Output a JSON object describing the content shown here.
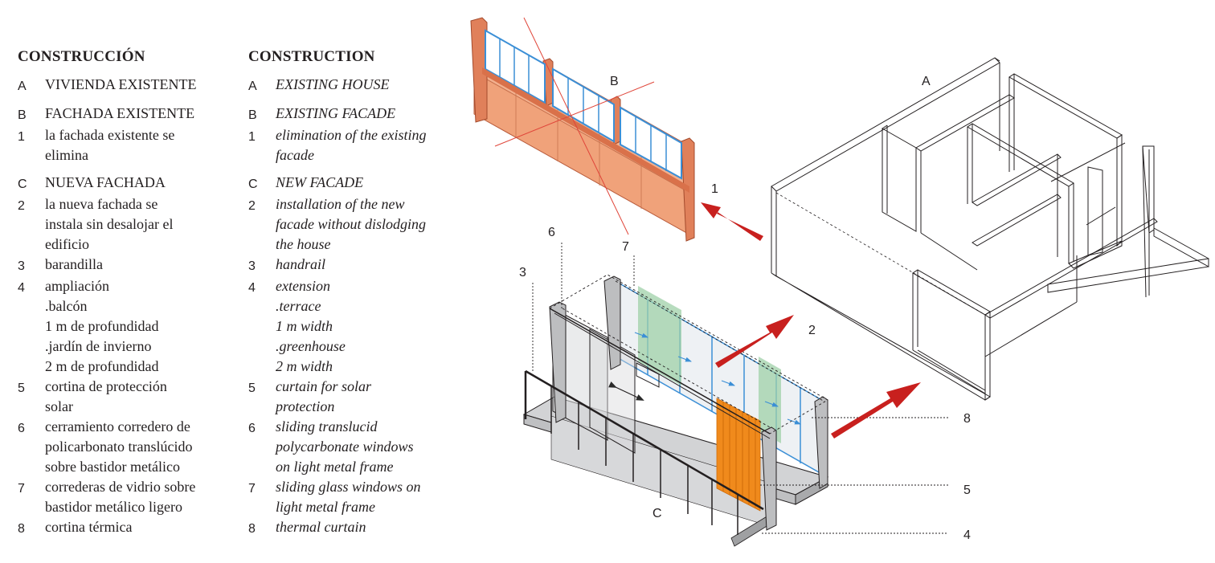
{
  "legend_es": {
    "heading": "CONSTRUCCIÓN",
    "items": [
      {
        "key": "A",
        "lines": [
          "VIVIENDA EXISTENTE"
        ],
        "gap": false
      },
      {
        "key": "B",
        "lines": [
          "FACHADA EXISTENTE"
        ],
        "gap": true
      },
      {
        "key": "1",
        "lines": [
          "la fachada existente se",
          "elimina"
        ],
        "gap": false
      },
      {
        "key": "C",
        "lines": [
          "NUEVA FACHADA"
        ],
        "gap": true
      },
      {
        "key": "2",
        "lines": [
          "la nueva fachada se",
          "instala sin desalojar el",
          "edificio"
        ],
        "gap": false
      },
      {
        "key": "3",
        "lines": [
          "barandilla"
        ],
        "gap": false
      },
      {
        "key": "4",
        "lines": [
          "ampliación",
          ".balcón",
          "1 m de profundidad",
          ".jardín de invierno",
          "2 m de profundidad"
        ],
        "gap": false
      },
      {
        "key": "5",
        "lines": [
          "cortina de protección",
          "solar"
        ],
        "gap": false
      },
      {
        "key": "6",
        "lines": [
          "cerramiento corredero de",
          "policarbonato translúcido",
          "sobre bastidor metálico"
        ],
        "gap": false
      },
      {
        "key": "7",
        "lines": [
          "correderas de vidrio sobre",
          "bastidor metálico ligero"
        ],
        "gap": false
      },
      {
        "key": "8",
        "lines": [
          "cortina térmica"
        ],
        "gap": false
      }
    ]
  },
  "legend_en": {
    "heading": "CONSTRUCTION",
    "items": [
      {
        "key": "A",
        "lines": [
          "EXISTING HOUSE"
        ],
        "gap": false
      },
      {
        "key": "B",
        "lines": [
          "EXISTING FACADE"
        ],
        "gap": true
      },
      {
        "key": "1",
        "lines": [
          "elimination of the existing",
          "facade"
        ],
        "gap": false
      },
      {
        "key": "C",
        "lines": [
          "NEW FACADE"
        ],
        "gap": true
      },
      {
        "key": "2",
        "lines": [
          "installation of the new",
          "facade without dislodging",
          "the house"
        ],
        "gap": false
      },
      {
        "key": "3",
        "lines": [
          "handrail"
        ],
        "gap": false
      },
      {
        "key": "4",
        "lines": [
          "extension",
          ".terrace",
          "1 m width",
          ".greenhouse",
          "2 m width"
        ],
        "gap": false
      },
      {
        "key": "5",
        "lines": [
          "curtain for solar",
          "protection"
        ],
        "gap": false
      },
      {
        "key": "6",
        "lines": [
          "sliding translucid",
          "polycarbonate windows",
          "on light metal frame"
        ],
        "gap": false
      },
      {
        "key": "7",
        "lines": [
          "sliding glass windows on",
          "light metal frame"
        ],
        "gap": false
      },
      {
        "key": "8",
        "lines": [
          "thermal curtain"
        ],
        "gap": false
      }
    ]
  },
  "diagram_labels": {
    "a": "A",
    "b": "B",
    "c": "C",
    "n1": "1",
    "n2": "2",
    "n3": "3",
    "n4": "4",
    "n5": "5",
    "n6": "6",
    "n7": "7",
    "n8": "8"
  },
  "colors": {
    "brick": "#f0a27a",
    "brick_dark": "#d9714a",
    "glass_frame": "#3b8fd6",
    "arrow_red": "#c8201e",
    "curtain_orange": "#f08a1c",
    "thermal_green": "#9fd0a8",
    "floor_grey": "#d2d3d5"
  }
}
